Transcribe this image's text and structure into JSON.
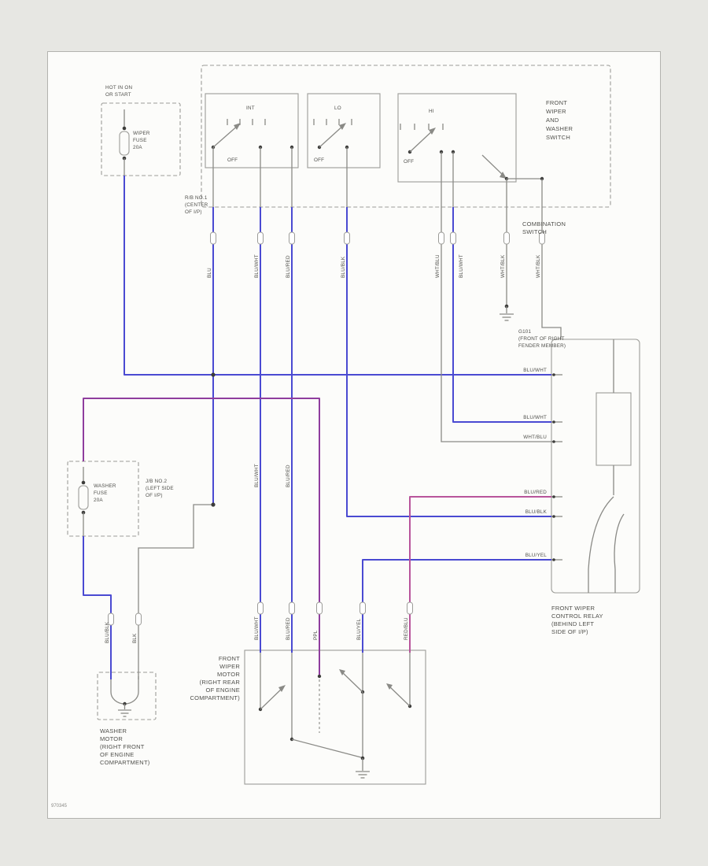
{
  "page": {
    "diagram_code": "970345"
  },
  "labels": {
    "hot": [
      "HOT IN ON",
      "OR START"
    ],
    "fuse1": [
      "WIPER",
      "FUSE",
      "20A"
    ],
    "jb1": [
      "R/B NO.1",
      "(CENTER",
      "OF I/P)"
    ],
    "wiper_switch": [
      "FRONT",
      "WIPER",
      "AND",
      "WASHER",
      "SWITCH"
    ],
    "combination": [
      "COMBINATION",
      "SWITCH"
    ],
    "positions": {
      "s1_off": "OFF",
      "s1_pos": "INT",
      "s2_off": "OFF",
      "s2_pos": "LO",
      "s3_off": "OFF",
      "s3_pos": "HI"
    },
    "g101": [
      "G101",
      "(FRONT OF RIGHT",
      "FENDER MEMBER)"
    ],
    "washer_fuse": [
      "WASHER",
      "FUSE",
      "20A"
    ],
    "jb2": [
      "J/B NO.2",
      "(LEFT SIDE",
      "OF I/P)"
    ],
    "washer_motor": [
      "WASHER",
      "MOTOR",
      "(RIGHT FRONT",
      "OF ENGINE",
      "COMPARTMENT)"
    ],
    "wiper_motor": [
      "FRONT",
      "WIPER",
      "MOTOR",
      "(RIGHT REAR",
      "OF ENGINE",
      "COMPARTMENT)"
    ],
    "relay": [
      "FRONT WIPER",
      "CONTROL RELAY",
      "(BEHIND LEFT",
      "SIDE OF I/P)"
    ]
  },
  "wire_labels": {
    "v270": "BLU",
    "v330": "BLU/WHT",
    "v370": "BLU/RED",
    "v440": "BLU/BLK",
    "v560": "WHT/BLU",
    "v575": "BLU/WHT",
    "v643": "WHT/BLK",
    "v688": "WHT/BLK",
    "v330b": "BLU/WHT",
    "v370b": "BLU/RED",
    "m330": "BLU/WHT",
    "m370": "BLU/RED",
    "m405": "PPL",
    "m460": "BLU/YEL",
    "m520": "RED/BLU",
    "w140": "BLU/BLK",
    "w175": "BLK",
    "r475": "BLU/WHT",
    "r535": "BLU/WHT",
    "r560": "WHT/BLU",
    "r630": "BLU/RED",
    "r655": "BLU/BLK",
    "r710": "BLU/YEL"
  },
  "colors": {
    "wire_blue": "#4a4ad2",
    "wire_purple": "#8f3d9e",
    "wire_pink": "#b8549b",
    "outline": "#9c9c98",
    "circuit": "#8a8a86",
    "text": "#4f4f4b",
    "page_bg": "#fcfcfa",
    "margin_bg": "#e7e7e3",
    "border": "#b2b2ae"
  }
}
